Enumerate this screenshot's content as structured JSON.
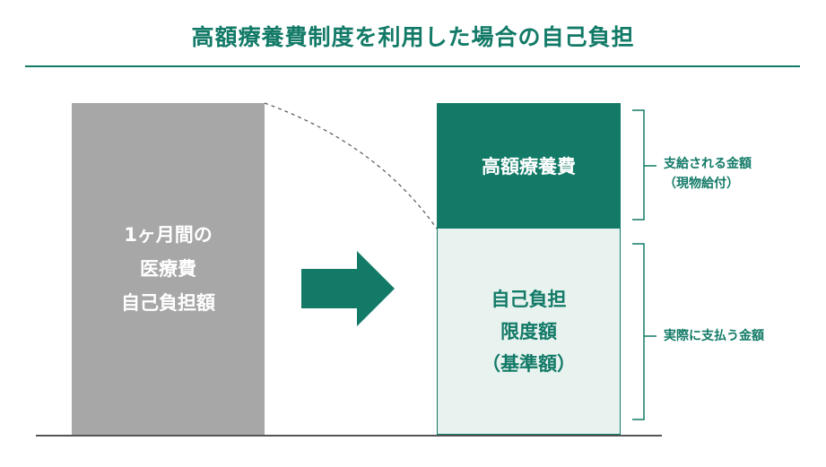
{
  "title": "高額療養費制度を利用した場合の自己負担",
  "left_block": {
    "lines": [
      "1ヶ月間の",
      "医療費",
      "自己負担額"
    ]
  },
  "top_block": {
    "label": "高額療養費"
  },
  "bottom_block": {
    "lines": [
      "自己負担",
      "限度額",
      "（基準額）"
    ]
  },
  "annotations": {
    "top_lines": [
      "支給される金額",
      "（現物給付）"
    ],
    "bottom_label": "実際に支払う金額"
  },
  "colors": {
    "accent": "#127a67",
    "gray_block": "#a7a7a7",
    "pale_block": "#e8f2ef"
  }
}
